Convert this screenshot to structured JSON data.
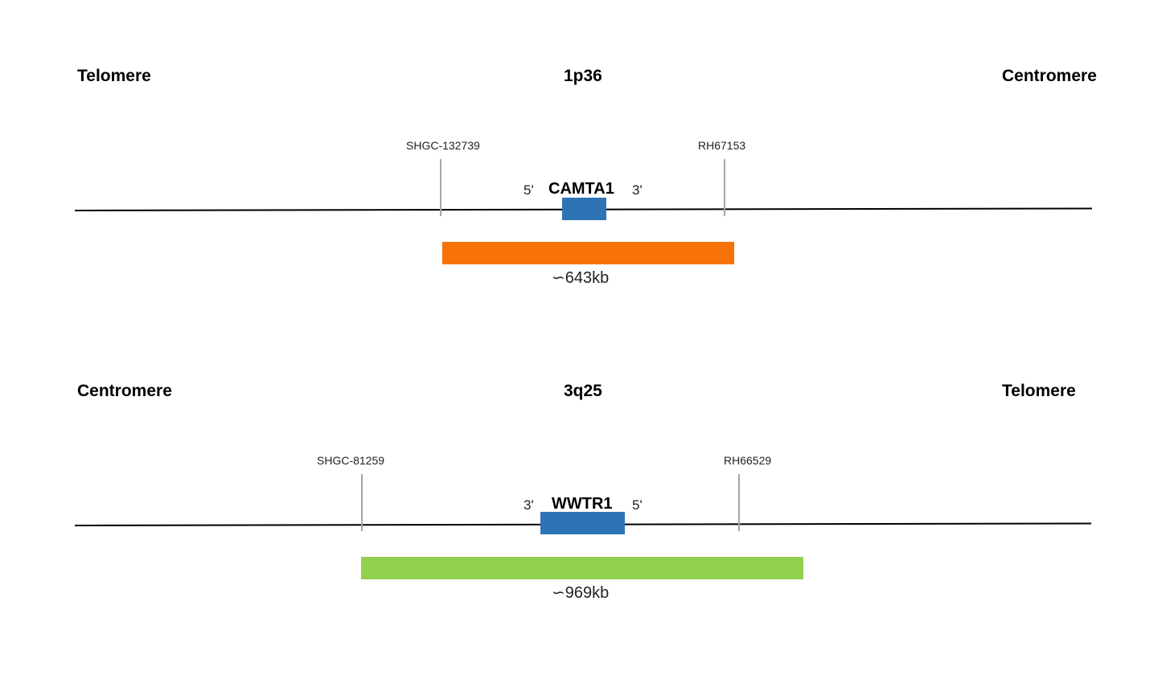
{
  "panels": [
    {
      "left_end": "Telomere",
      "band": "1p36",
      "right_end": "Centromere",
      "marker_left": "SHGC-132739",
      "marker_right": "RH67153",
      "gene": "CAMTA1",
      "prime_left": "5'",
      "prime_right": "3'",
      "probe_size": "∽643kb",
      "gene_color": "#2e74b5",
      "probe_color": "#f77206"
    },
    {
      "left_end": "Centromere",
      "band": "3q25",
      "right_end": "Telomere",
      "marker_left": "SHGC-81259",
      "marker_right": "RH66529",
      "gene": "WWTR1",
      "prime_left": "3'",
      "prime_right": "5'",
      "probe_size": "∽969kb",
      "gene_color": "#2e74b5",
      "probe_color": "#92d050"
    }
  ]
}
